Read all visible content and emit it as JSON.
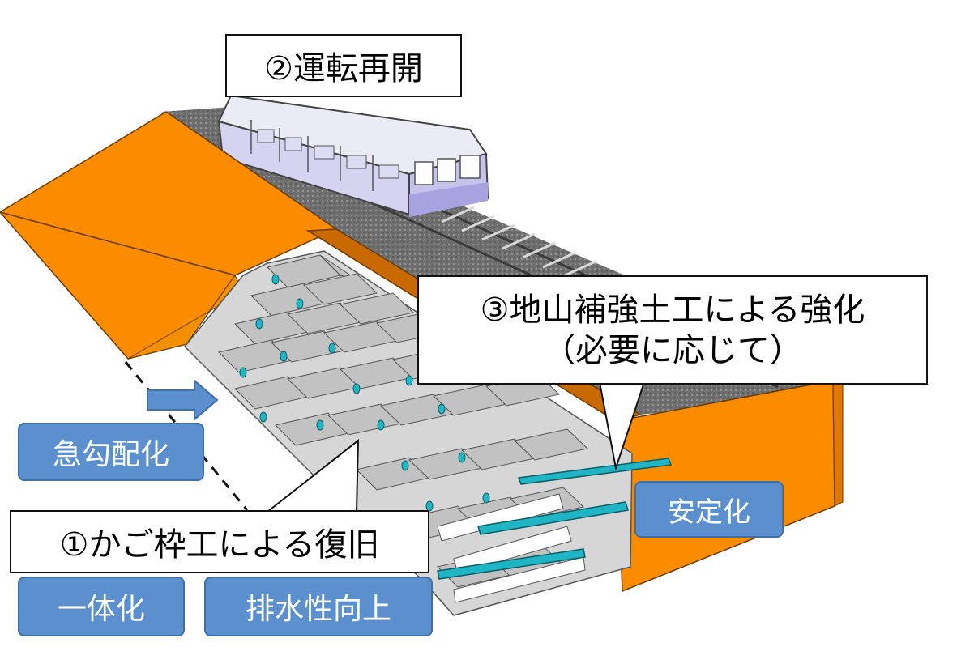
{
  "callouts": {
    "step2": "②運転再開",
    "step3_line1": "③地山補強土工による強化",
    "step3_line2": "（必要に応じて）",
    "step1": "①かご枠工による復旧"
  },
  "tags": {
    "steep": "急勾配化",
    "stabilize": "安定化",
    "integrate": "一体化",
    "drainage": "排水性向上"
  },
  "colors": {
    "embankment_orange": "#fb8c00",
    "embankment_dark": "#c86a00",
    "tag_blue": "#5b8fce",
    "gabion_gray": "#cfcfcf",
    "nail_cyan": "#1fb5c4",
    "train_purple": "#b9b6e8"
  }
}
